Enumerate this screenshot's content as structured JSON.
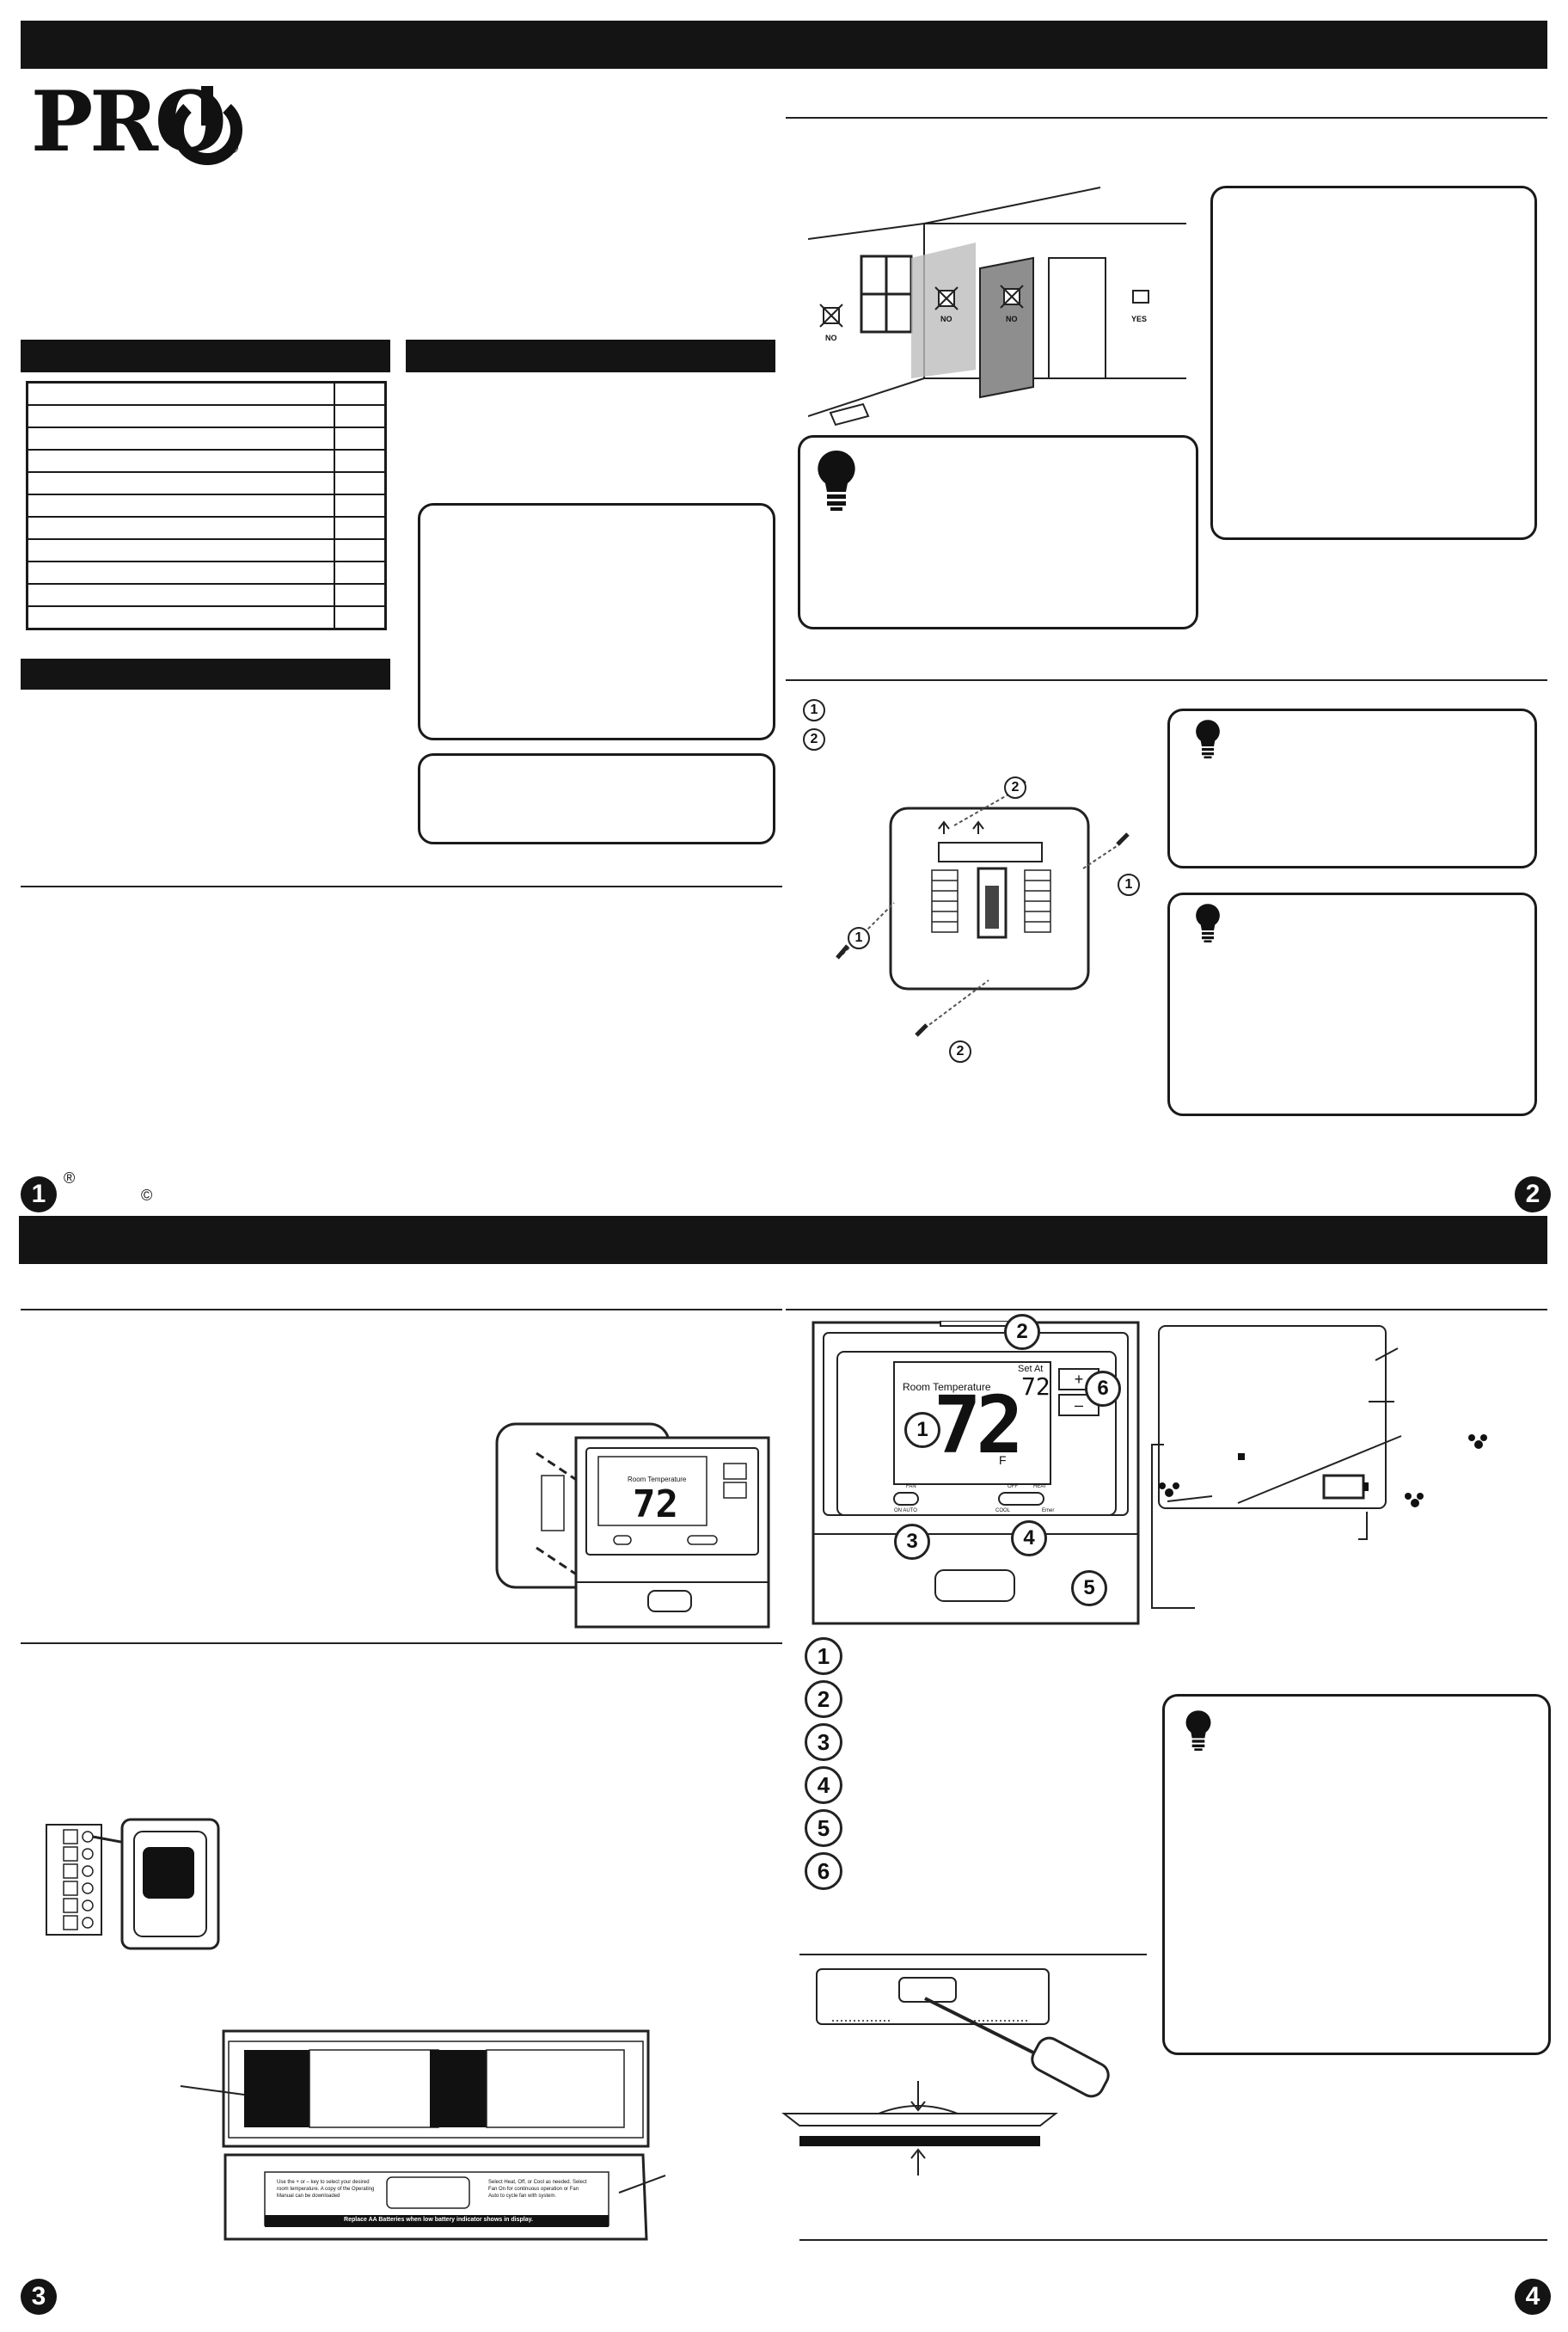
{
  "brand": {
    "logo_text": "PRO",
    "registered_mark": "®"
  },
  "footer": {
    "registered_mark": "®",
    "copyright_mark": "©"
  },
  "page_numbers": [
    "1",
    "2",
    "3",
    "4"
  ],
  "installation_views": {
    "no_label": "NO",
    "yes_label": "YES"
  },
  "mounting_steps": [
    "1",
    "2"
  ],
  "display": {
    "room_temperature_label": "Room Temperature",
    "room_temperature_value": "72",
    "degree_symbol": "°",
    "unit": "F",
    "set_at_label": "Set At",
    "set_at_value": "72",
    "plus_key": "+",
    "minus_key": "–",
    "fan_switch_label": "FAN",
    "fan_switch_options": "ON AUTO",
    "system_switch_label": "OFF",
    "system_switch_heat": "HEAT",
    "system_switch_cool": "COOL",
    "system_switch_emer": "Emer"
  },
  "callouts": [
    "1",
    "2",
    "3",
    "4",
    "5",
    "6"
  ],
  "battery_door_label": {
    "left_text": "Use the + or – key to select your desired room temperature. A copy of the Operating Manual can be downloaded",
    "right_text": "Select Heat, Off, or Cool as needed. Select Fan On for continuous operation or Fan Auto to cycle fan with system.",
    "bottom_text": "Replace AA Batteries when low battery indicator shows in display."
  }
}
